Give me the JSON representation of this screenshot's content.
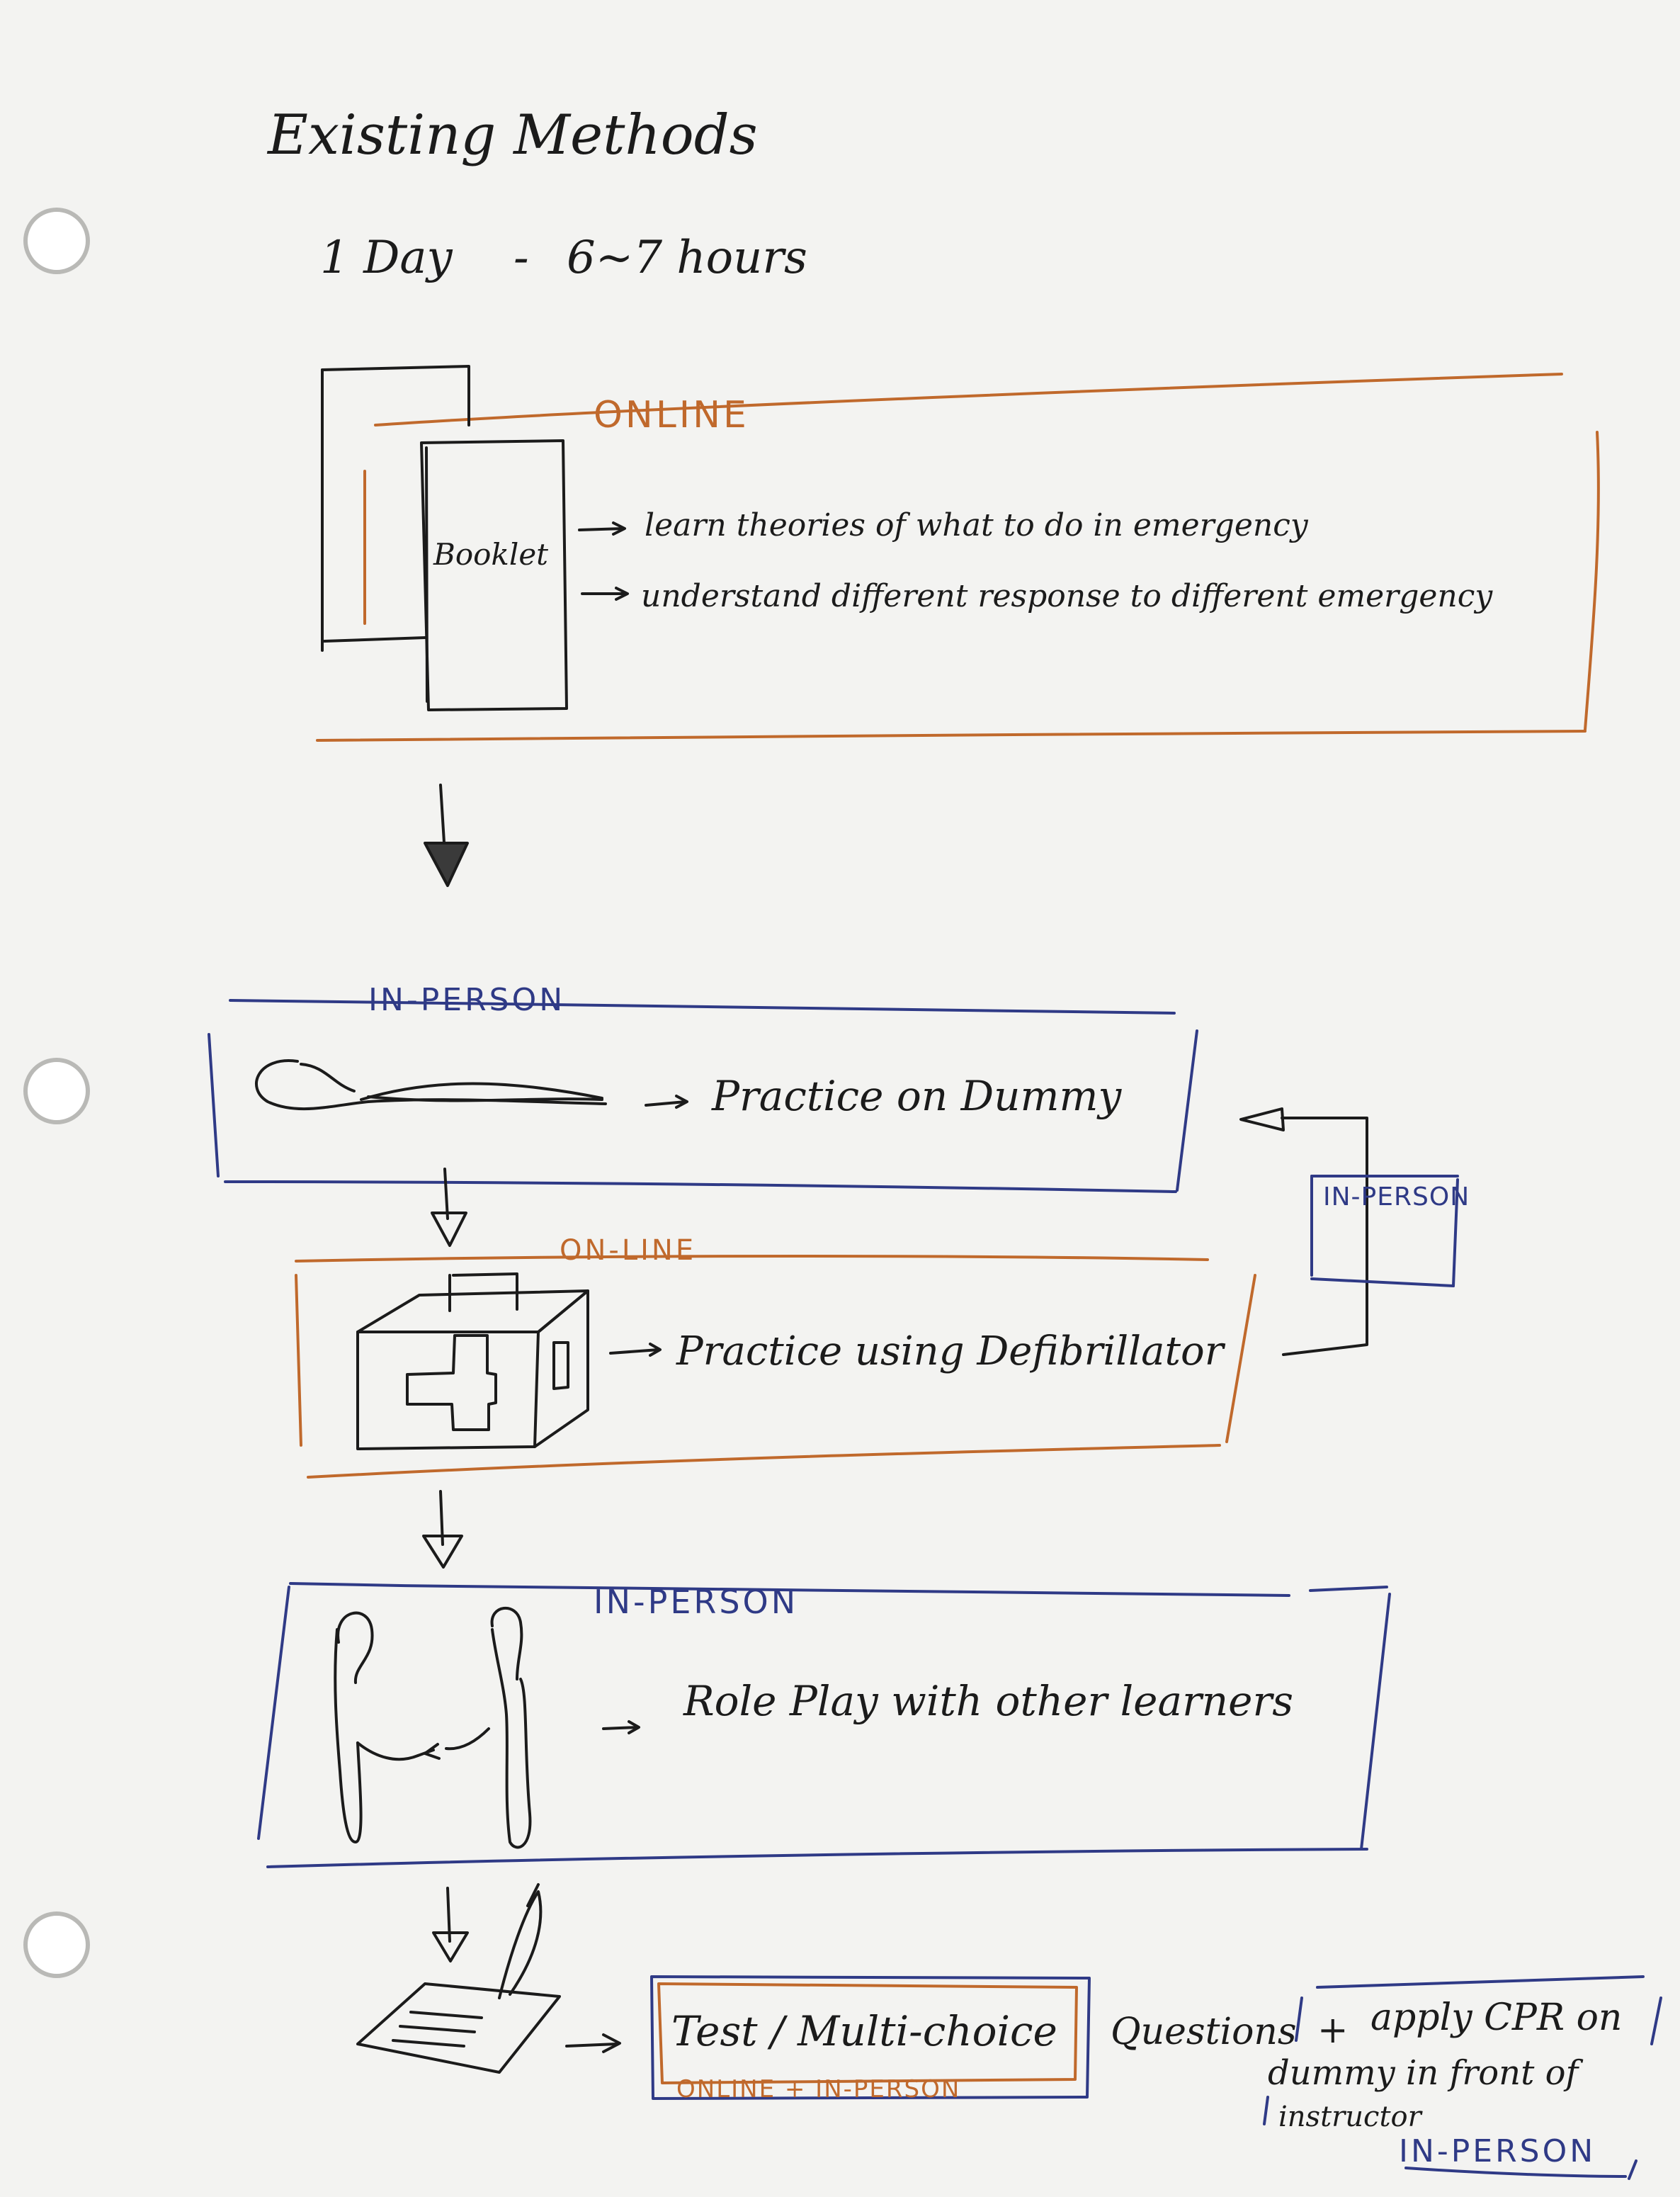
{
  "title": "Existing Methods",
  "duration": {
    "day": "1 Day",
    "dash": "-",
    "hours": "6~7 hours"
  },
  "stage1": {
    "mode": "ONLINE",
    "item": "Booklet",
    "points": [
      "learn theories of what to do in emergency",
      "understand different response to different emergency"
    ]
  },
  "stage2": {
    "mode": "IN-PERSON",
    "action": "Practice on Dummy"
  },
  "stage3": {
    "mode": "ON-LINE",
    "action": "Practice using Defibrillator"
  },
  "loop_label": "IN-PERSON",
  "stage4": {
    "mode": "IN-PERSON",
    "action": "Role Play with other learners"
  },
  "stage5": {
    "test": "Test / Multi-choice",
    "test_mode": "ONLINE + IN-PERSON",
    "questions": "Questions",
    "plus": "+",
    "apply": "apply CPR on",
    "apply2": "dummy in front of",
    "apply3": "instructor",
    "apply_mode": "IN-PERSON"
  },
  "colors": {
    "ink": "#1b1b1b",
    "online": "#c0692c",
    "inperson": "#2f3a86",
    "paper": "#f3f3f1"
  },
  "icons": [
    "booklet-icon",
    "dummy-icon",
    "defibrillator-icon",
    "people-icon",
    "test-paper-icon",
    "arrow-down-icon",
    "arrow-right-icon"
  ]
}
